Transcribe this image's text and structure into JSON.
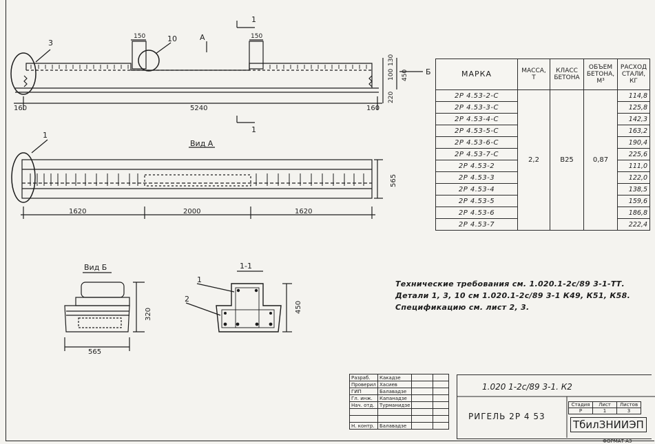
{
  "drawing": {
    "elevation": {
      "callouts": [
        "3",
        "10",
        "1",
        "А",
        "Б"
      ],
      "dims_top": [
        "150",
        "150"
      ],
      "dims_right": [
        "130",
        "100",
        "450",
        "220"
      ],
      "dims_bottom": [
        "160",
        "5240",
        "160"
      ]
    },
    "view_a": {
      "title": "Вид А",
      "callout": "1",
      "dims": [
        "1620",
        "2000",
        "1620"
      ],
      "height": "565"
    },
    "view_b": {
      "title": "Вид Б",
      "width": "565",
      "height": "320"
    },
    "section": {
      "title": "1-1",
      "callouts": [
        "1",
        "2"
      ],
      "height": "450"
    }
  },
  "spec_table": {
    "headers": [
      "МАРКА",
      "МАССА, Т",
      "КЛАСС БЕТОНА",
      "ОБЪЕМ БЕТОНА, М³",
      "РАСХОД СТАЛИ, КГ"
    ],
    "mass": "2,2",
    "concrete_class": "В25",
    "volume": "0,87",
    "rows": [
      {
        "mark": "2Р 4.53-2-С",
        "steel": "114,8"
      },
      {
        "mark": "2Р 4.53-3-С",
        "steel": "125,8"
      },
      {
        "mark": "2Р 4.53-4-С",
        "steel": "142,3"
      },
      {
        "mark": "2Р 4.53-5-С",
        "steel": "163,2"
      },
      {
        "mark": "2Р 4.53-6-С",
        "steel": "190,4"
      },
      {
        "mark": "2Р 4.53-7-С",
        "steel": "225,6"
      },
      {
        "mark": "2Р 4.53-2",
        "steel": "111,0"
      },
      {
        "mark": "2Р 4.53-3",
        "steel": "122,0"
      },
      {
        "mark": "2Р 4.53-4",
        "steel": "138,5"
      },
      {
        "mark": "2Р 4.53-5",
        "steel": "159,6"
      },
      {
        "mark": "2Р 4.53-6",
        "steel": "186,8"
      },
      {
        "mark": "2Р 4.53-7",
        "steel": "222,4"
      }
    ]
  },
  "notes": [
    "Технические требования см. 1.020.1-2с/89 3-1-ТТ.",
    "Детали 1, 3, 10 см 1.020.1-2с/89 3-1 К49, К51, К58.",
    "Спецификацию см. лист 2, 3."
  ],
  "title_block": {
    "signatures": [
      {
        "role": "Разраб.",
        "name": "Какадзе"
      },
      {
        "role": "Проверил",
        "name": "Хасиев"
      },
      {
        "role": "ГИП",
        "name": "Балавадзе"
      },
      {
        "role": "Гл. инж.",
        "name": "Капанадзе"
      },
      {
        "role": "Нач. отд.",
        "name": "Турманидзе"
      },
      {
        "role": "",
        "name": ""
      },
      {
        "role": "",
        "name": ""
      },
      {
        "role": "Н. контр.",
        "name": "Балавадзе"
      }
    ],
    "code": "1.020 1-2с/89 3-1. К2",
    "title": "РИГЕЛЬ 2Р 4 53",
    "stage_labels": [
      "Стадия",
      "Лист",
      "Листов"
    ],
    "stage_values": [
      "Р",
      "1",
      "3"
    ],
    "organization": "ТбилЗНИИЭП",
    "format": "ФОРМАТ А3"
  }
}
